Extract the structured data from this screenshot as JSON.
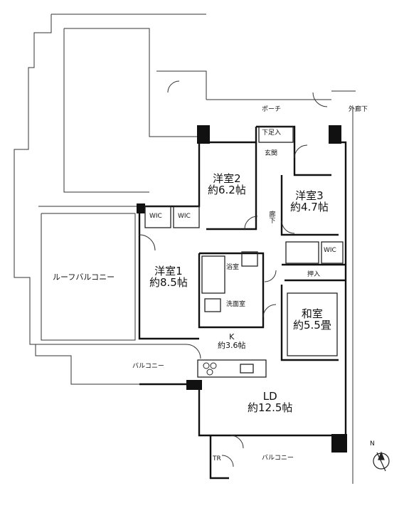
{
  "rooms": {
    "youshitsu2": {
      "name": "洋室2",
      "size": "約6.2帖"
    },
    "youshitsu3": {
      "name": "洋室3",
      "size": "約4.7帖"
    },
    "youshitsu1": {
      "name": "洋室1",
      "size": "約8.5帖"
    },
    "washitsu": {
      "name": "和室",
      "size": "約5.5畳"
    },
    "kitchen": {
      "name": "K",
      "size": "約3.6帖"
    },
    "ld": {
      "name": "LD",
      "size": "約12.5帖"
    }
  },
  "labels": {
    "porch": "ポーチ",
    "corridor": "外廊下",
    "entrance": "玄関",
    "shoebox": "下足入",
    "roof_balcony": "ルーフバルコニー",
    "balcony_upper": "バルコニー",
    "balcony_lower": "バルコニー",
    "bath": "浴室",
    "washroom": "洗面室",
    "oshiire": "押入",
    "wic1": "WIC",
    "wic2": "WIC",
    "wic3": "WIC",
    "hallway": "廊下",
    "tr": "TR",
    "compass": "N"
  }
}
